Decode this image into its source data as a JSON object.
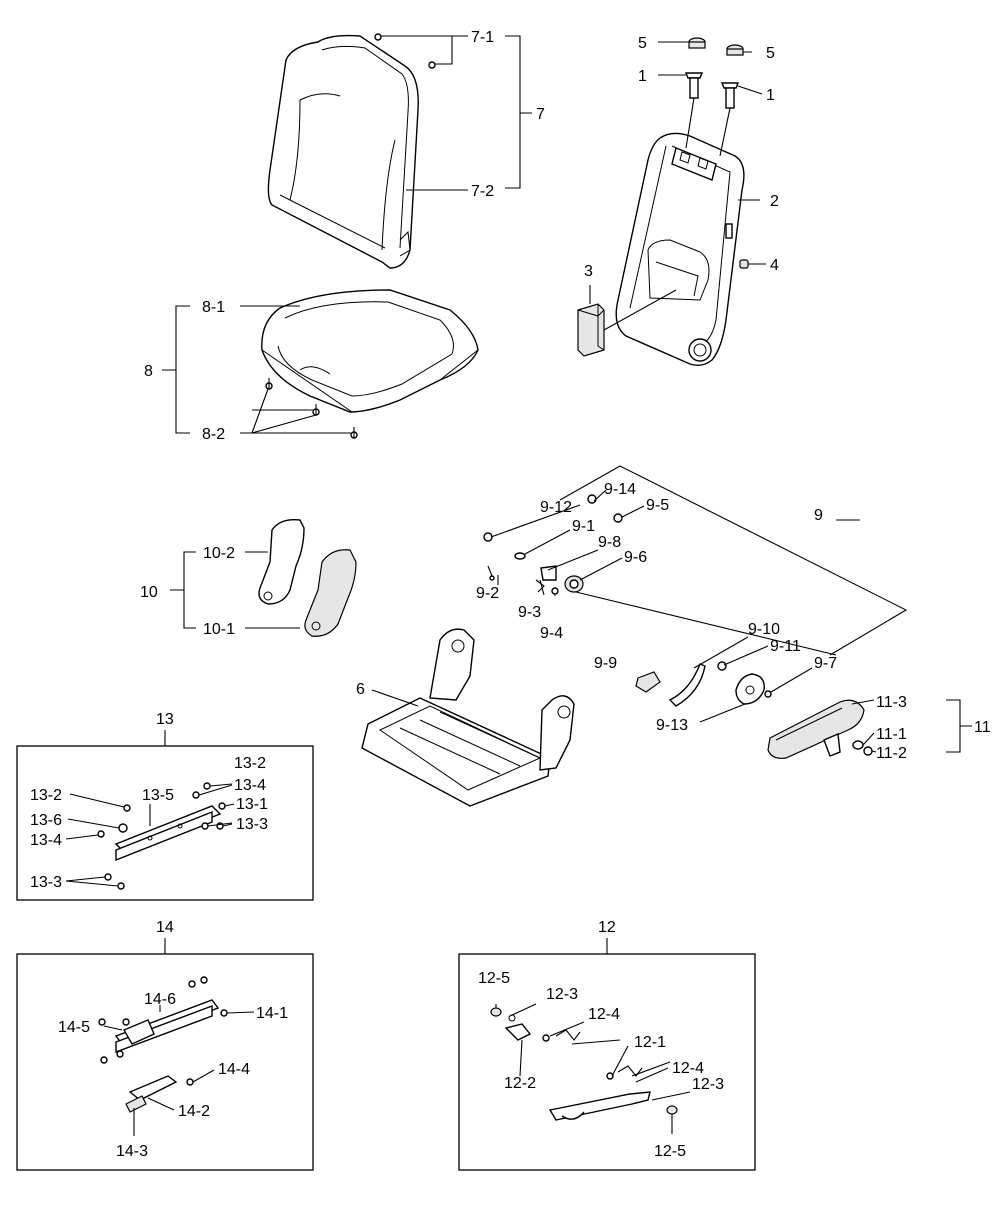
{
  "labels": {
    "l7_1": "7-1",
    "l7": "7",
    "l7_2": "7-2",
    "l5a": "5",
    "l5b": "5",
    "l1a": "1",
    "l1b": "1",
    "l2": "2",
    "l3": "3",
    "l4": "4",
    "l8_1": "8-1",
    "l8": "8",
    "l8_2": "8-2",
    "l9": "9",
    "l9_14": "9-14",
    "l9_12": "9-12",
    "l9_5": "9-5",
    "l9_1": "9-1",
    "l9_8": "9-8",
    "l9_6": "9-6",
    "l9_2": "9-2",
    "l9_3": "9-3",
    "l9_4": "9-4",
    "l9_10": "9-10",
    "l9_11": "9-11",
    "l9_9": "9-9",
    "l9_7": "9-7",
    "l9_13": "9-13",
    "l10": "10",
    "l10_2": "10-2",
    "l10_1": "10-1",
    "l6": "6",
    "l11": "11",
    "l11_3": "11-3",
    "l11_1": "11-1",
    "l11_2": "11-2",
    "l13": "13",
    "l13_2a": "13-2",
    "l13_4a": "13-4",
    "l13_2b": "13-2",
    "l13_5": "13-5",
    "l13_1": "13-1",
    "l13_6": "13-6",
    "l13_3a": "13-3",
    "l13_4b": "13-4",
    "l13_3b": "13-3",
    "l14": "14",
    "l14_6": "14-6",
    "l14_1": "14-1",
    "l14_5": "14-5",
    "l14_4": "14-4",
    "l14_2": "14-2",
    "l14_3": "14-3",
    "l12": "12",
    "l12_5a": "12-5",
    "l12_3a": "12-3",
    "l12_4a": "12-4",
    "l12_1": "12-1",
    "l12_4b": "12-4",
    "l12_3b": "12-3",
    "l12_2": "12-2",
    "l12_5b": "12-5"
  }
}
